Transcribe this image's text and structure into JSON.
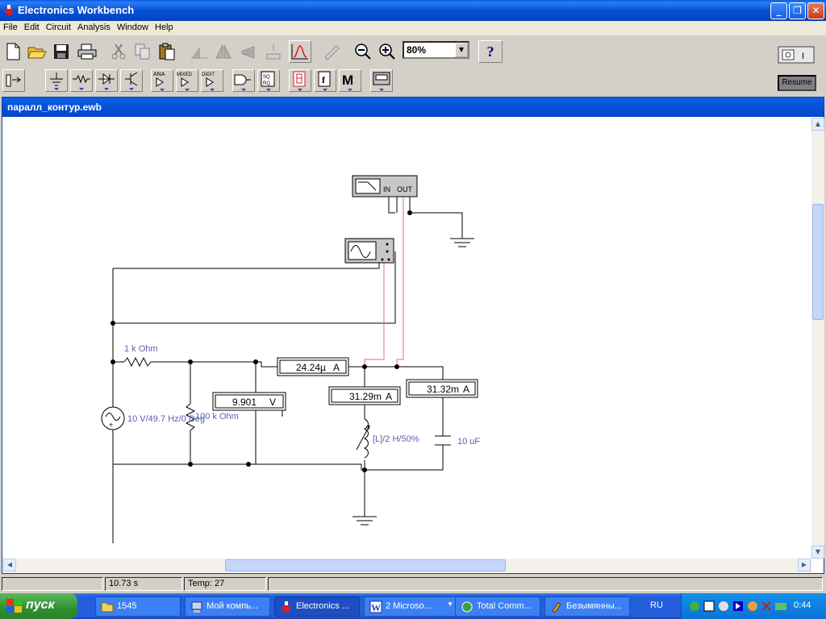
{
  "app": {
    "title": "Electronics Workbench"
  },
  "menu": [
    "File",
    "Edit",
    "Circuit",
    "Analysis",
    "Window",
    "Help"
  ],
  "toolbar": {
    "zoom_value": "80%",
    "help_label": "?",
    "resume_label": "Resume"
  },
  "component_bins": {
    "ana": "ANA",
    "mixed": "MIXED",
    "digit": "DIGIT",
    "m": "M"
  },
  "document": {
    "title": "паралл_контур.ewb"
  },
  "circuit": {
    "source_label": "10 V/49.7 Hz/0 Deg",
    "r1_label": "1 k Ohm",
    "r2_label": "100 k Ohm",
    "inductor_label": "[L]/2 H/50%",
    "capacitor_label": "10 uF",
    "meter_total": {
      "value": "24.24µ",
      "unit": "A"
    },
    "meter_voltage": {
      "value": "9.901",
      "unit": "V"
    },
    "meter_inductor": {
      "value": "31.29m",
      "unit": "A"
    },
    "meter_capacitor": {
      "value": "31.32m",
      "unit": "A"
    },
    "bode_in": "IN",
    "bode_out": "OUT"
  },
  "status": {
    "time": "10.73 s",
    "temp": "Temp:  27"
  },
  "taskbar": {
    "start_label": "пуск",
    "tasks": [
      "1545",
      "Мой компь...",
      "Electronics ...",
      "2 Microso...",
      "Total Comm...",
      "Безымянны..."
    ],
    "language": "RU",
    "clock": "0:44"
  },
  "colors": {
    "wire": "#000000",
    "probe_wire": "#e06060",
    "label": "#5b61b0"
  }
}
